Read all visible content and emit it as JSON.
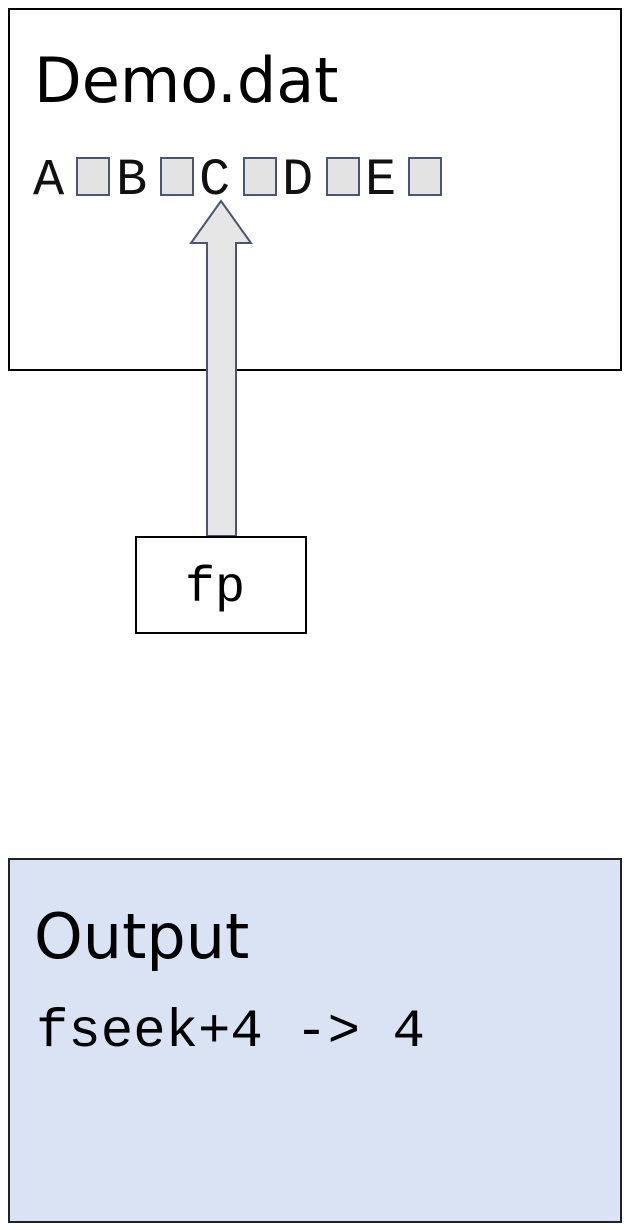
{
  "file": {
    "title": "Demo.dat",
    "chars": [
      "A",
      "B",
      "C",
      "D",
      "E"
    ],
    "pointer_index": 2
  },
  "pointer": {
    "label": "fp"
  },
  "output": {
    "title": "Output",
    "text": "fseek+4 -> 4"
  },
  "colors": {
    "output_bg": "#dae3f3",
    "slot_fill": "#e3e3e3",
    "arrow_fill": "#e6e6e6",
    "arrow_stroke": "#4a5670"
  }
}
